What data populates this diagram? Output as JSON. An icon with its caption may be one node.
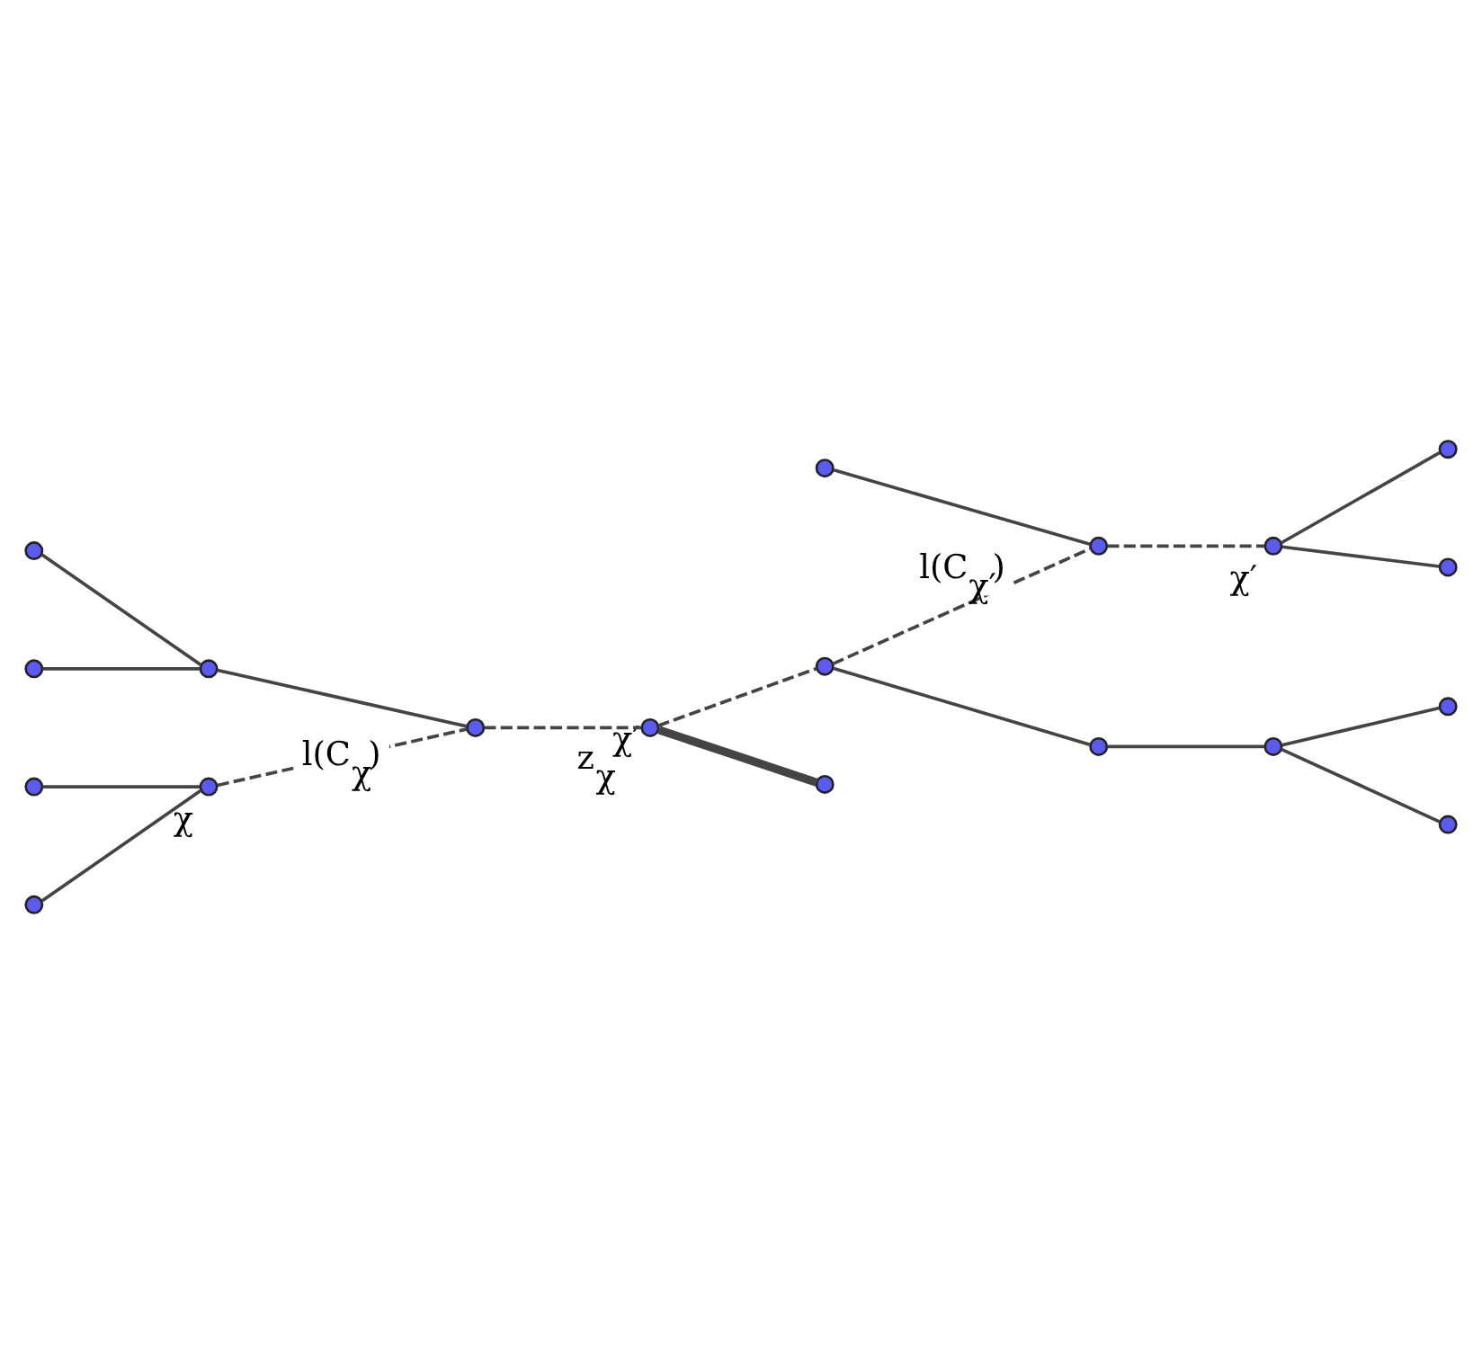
{
  "diagram": {
    "nodes": [
      {
        "text": [],
        "shape": "circle"
      },
      {
        "text": [],
        "shape": "circle"
      },
      {
        "text": [],
        "shape": "circle"
      },
      {
        "text": [],
        "shape": "circle"
      },
      {
        "text": [],
        "shape": "circle"
      },
      {
        "text": [],
        "shape": "circle",
        "beside": [
          "χ"
        ]
      },
      {
        "text": [],
        "shape": "circle"
      },
      {
        "text": [],
        "shape": "circle"
      },
      {
        "text": [],
        "shape": "circle"
      },
      {
        "text": [],
        "shape": "circle",
        "beside": [
          "χ′"
        ]
      },
      {
        "text": [],
        "shape": "circle"
      },
      {
        "text": [],
        "shape": "circle"
      },
      {
        "text": [],
        "shape": "circle",
        "beside": [
          "z$_{χ}$$^{χ′}$"
        ]
      },
      {
        "text": [],
        "shape": "circle"
      },
      {
        "text": [],
        "shape": "circle"
      },
      {
        "text": [],
        "shape": "circle"
      },
      {
        "text": [],
        "shape": "circle"
      },
      {
        "text": [],
        "shape": "circle"
      },
      {
        "text": [],
        "shape": "circle"
      }
    ],
    "edges": [
      {
        "from": 0,
        "to": 4,
        "arrow": "none"
      },
      {
        "from": 1,
        "to": 4,
        "arrow": "none"
      },
      {
        "from": 4,
        "to": 6,
        "arrow": "none"
      },
      {
        "from": 2,
        "to": 5,
        "arrow": "none"
      },
      {
        "from": 3,
        "to": 5,
        "arrow": "none"
      },
      {
        "from": 5,
        "to": 6,
        "arrow": "none",
        "style": "dashed",
        "label": "l(C$_{χ}$)"
      },
      {
        "from": 6,
        "to": 12,
        "arrow": "none",
        "style": "dashed"
      },
      {
        "from": 12,
        "to": 13,
        "arrow": "none",
        "style": "dashed"
      },
      {
        "from": 13,
        "to": 8,
        "arrow": "none",
        "style": "dashed",
        "label": "l(C$_{χ′}$)"
      },
      {
        "from": 7,
        "to": 8,
        "arrow": "none"
      },
      {
        "from": 8,
        "to": 9,
        "arrow": "none",
        "style": "dashed"
      },
      {
        "from": 9,
        "to": 10,
        "arrow": "none"
      },
      {
        "from": 9,
        "to": 11,
        "arrow": "none"
      },
      {
        "from": 13,
        "to": 14,
        "arrow": "none"
      },
      {
        "from": 14,
        "to": 15,
        "arrow": "none"
      },
      {
        "from": 15,
        "to": 16,
        "arrow": "none"
      },
      {
        "from": 15,
        "to": 17,
        "arrow": "none"
      },
      {
        "from": 12,
        "to": 18,
        "arrow": "none",
        "style": "thick"
      }
    ]
  }
}
